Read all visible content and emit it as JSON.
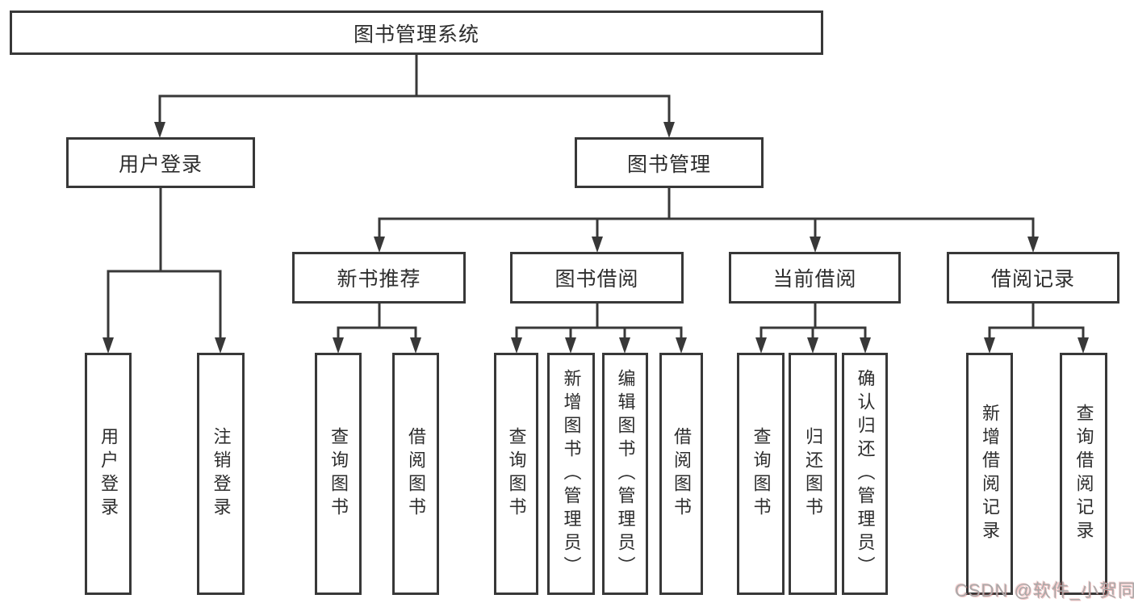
{
  "diagram": {
    "title": "图书管理系统",
    "level2": {
      "user_login": {
        "label": "用户登录",
        "children": [
          "用户登录",
          "注销登录"
        ]
      },
      "book_mgmt": {
        "label": "图书管理"
      }
    },
    "level3": {
      "new_book_rec": {
        "label": "新书推荐",
        "children": [
          "查询图书",
          "借阅图书"
        ]
      },
      "book_borrow": {
        "label": "图书借阅",
        "children": [
          "查询图书",
          "新增图书（管理员）",
          "编辑图书（管理员）",
          "借阅图书"
        ]
      },
      "current_borrow": {
        "label": "当前借阅",
        "children": [
          "查询图书",
          "归还图书",
          "确认归还（管理员）"
        ]
      },
      "borrow_records": {
        "label": "借阅记录",
        "children": [
          "新增借阅记录",
          "查询借阅记录"
        ]
      }
    }
  },
  "watermark": {
    "text": "CSDN @软件_小贺同学"
  },
  "colors": {
    "line": "#383838",
    "box_border": "#383838",
    "box_fill": "#ffffff",
    "text": "#2d2d2d",
    "watermark_gray": "#a9a9a9",
    "watermark_accent": "#e06666",
    "background": "#ffffff"
  }
}
